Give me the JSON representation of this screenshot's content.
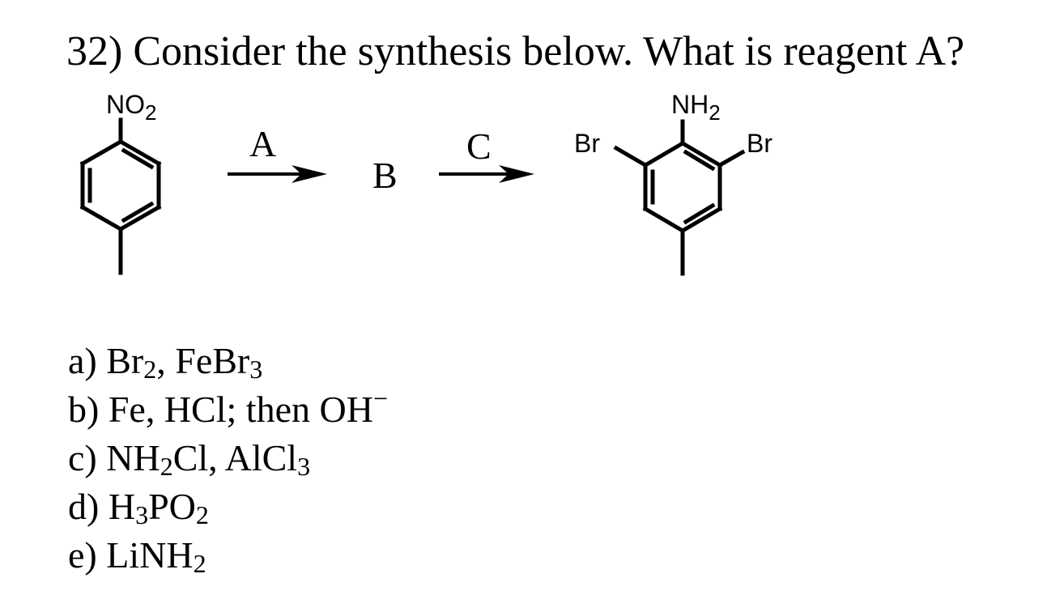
{
  "question": {
    "text": "32) Consider the synthesis below. What is reagent A?"
  },
  "scheme": {
    "start_substituent": {
      "main": "NO",
      "sub": "2"
    },
    "product_substituent": {
      "main": "NH",
      "sub": "2"
    },
    "product_left_halogen": "Br",
    "product_right_halogen": "Br",
    "arrow1_label": "A",
    "intermediate": "B",
    "arrow2_label": "C"
  },
  "choices": [
    {
      "letter": "a)",
      "parts": [
        [
          "Br",
          ""
        ],
        [
          "2",
          "sub"
        ],
        [
          ", FeBr",
          ""
        ],
        [
          "3",
          "sub"
        ]
      ]
    },
    {
      "letter": "b)",
      "parts": [
        [
          "Fe, HCl; then OH",
          ""
        ],
        [
          "−",
          "sup"
        ]
      ]
    },
    {
      "letter": "c)",
      "parts": [
        [
          "NH",
          ""
        ],
        [
          "2",
          "sub"
        ],
        [
          "Cl, AlCl",
          ""
        ],
        [
          "3",
          "sub"
        ]
      ]
    },
    {
      "letter": "d)",
      "parts": [
        [
          "H",
          ""
        ],
        [
          "3",
          "sub"
        ],
        [
          "PO",
          ""
        ],
        [
          "2",
          "sub"
        ]
      ]
    },
    {
      "letter": "e)",
      "parts": [
        [
          "LiNH",
          ""
        ],
        [
          "2",
          "sub"
        ]
      ]
    }
  ]
}
